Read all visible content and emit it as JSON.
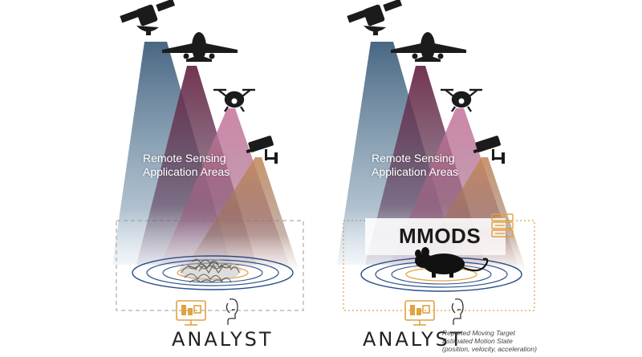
{
  "left_panel": {
    "sensing_label_line1": "Remote Sensing",
    "sensing_label_line2": "Application Areas",
    "analyst_label": "ANALYST"
  },
  "right_panel": {
    "sensing_label_line1": "Remote Sensing",
    "sensing_label_line2": "Application Areas",
    "mmods_label": "MMODS",
    "analyst_label": "ANALYST",
    "output_note": [
      "Reported Moving Target",
      "Estimated Motion State",
      "(position, velocity, acceleration)"
    ]
  },
  "sensors": [
    "satellite-icon",
    "airplane-icon",
    "drone-icon",
    "security-camera-icon"
  ],
  "colors": {
    "satellite_beam": "#4b6a85",
    "airplane_beam": "#6e2f4d",
    "drone_beam": "#b0628a",
    "camera_beam": "#b57850",
    "left_box": "#9a9a9a",
    "right_box": "#e1a23f",
    "ring_blue": "#2b4f8a",
    "ring_orange": "#e6a43c",
    "text_dark": "#222222"
  }
}
